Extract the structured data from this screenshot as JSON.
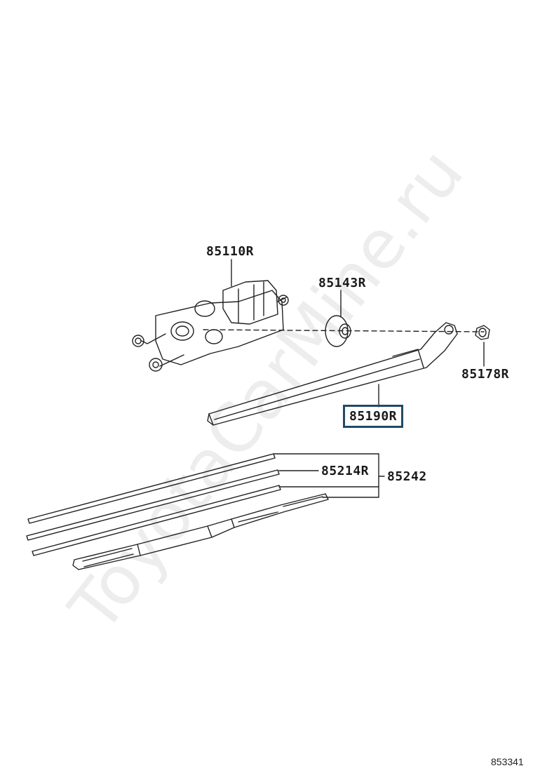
{
  "watermark": "ToyotaCarMine.ru",
  "diagram_number": "853341",
  "parts": {
    "wiper_motor": "85110R",
    "pivot_cap": "85143R",
    "nut": "85178R",
    "arm": "85190R",
    "blade_rubber": "85214R",
    "blade_assembly": "85242"
  }
}
